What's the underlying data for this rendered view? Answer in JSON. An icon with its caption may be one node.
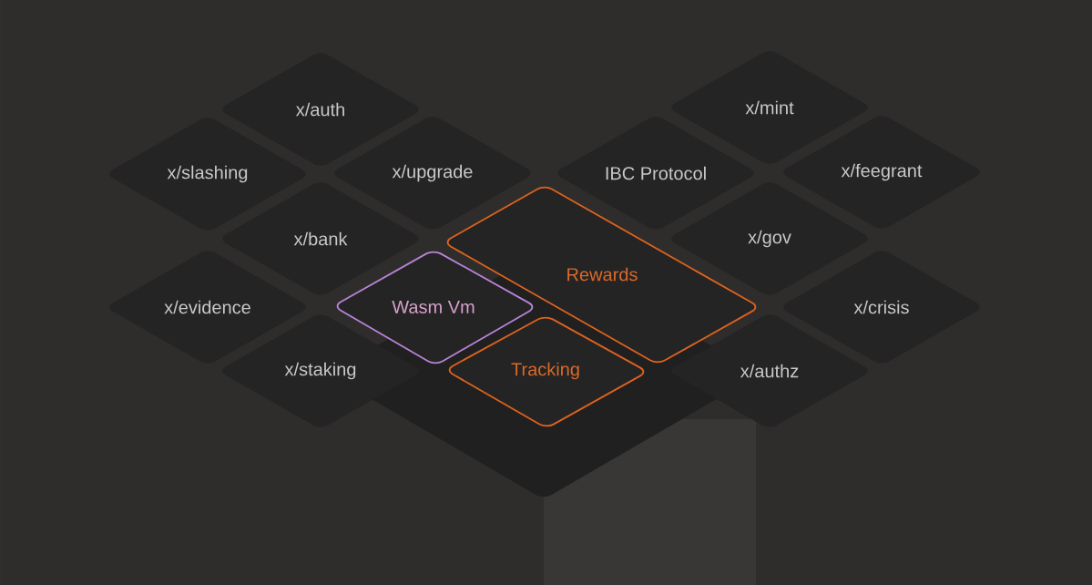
{
  "diagram": {
    "nodes": [
      {
        "text": [
          "x/auth"
        ]
      },
      {
        "text": [
          "x/mint"
        ]
      },
      {
        "text": [
          "x/slashing"
        ]
      },
      {
        "text": [
          "x/upgrade"
        ]
      },
      {
        "text": [
          "IBC Protocol"
        ]
      },
      {
        "text": [
          "x/feegrant"
        ]
      },
      {
        "text": [
          "x/bank"
        ]
      },
      {
        "text": [
          "x/gov"
        ]
      },
      {
        "text": [
          "Rewards"
        ]
      },
      {
        "text": [
          "x/evidence"
        ]
      },
      {
        "text": [
          "Wasm Vm"
        ]
      },
      {
        "text": [
          "x/crisis"
        ]
      },
      {
        "text": [
          "x/staking"
        ]
      },
      {
        "text": [
          "Tracking"
        ]
      },
      {
        "text": [
          "x/authz"
        ]
      }
    ]
  }
}
